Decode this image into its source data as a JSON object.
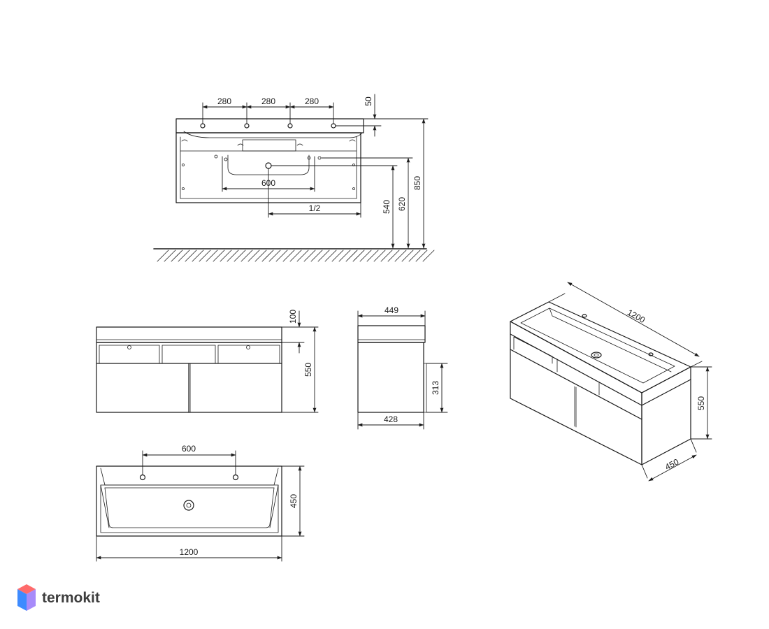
{
  "brand": {
    "name": "termokit",
    "colors": {
      "top": "#ff6b6b",
      "left": "#3d8bff",
      "right": "#a78bfa"
    }
  },
  "dimensions": {
    "front_spacing_1": "280",
    "front_spacing_2": "280",
    "front_spacing_3": "280",
    "front_top_offset": "50",
    "front_total_height": "850",
    "front_outlet_height": "620",
    "front_siphon_height": "540",
    "front_drain_width": "600",
    "front_half": "1/2",
    "elev_top_thickness": "100",
    "elev_height": "550",
    "side_depth_top": "449",
    "side_depth_bottom": "428",
    "side_drawer_height": "313",
    "plan_hole_spacing": "600",
    "plan_depth": "450",
    "plan_width": "1200",
    "iso_width": "1200",
    "iso_height": "550",
    "iso_depth": "450"
  }
}
